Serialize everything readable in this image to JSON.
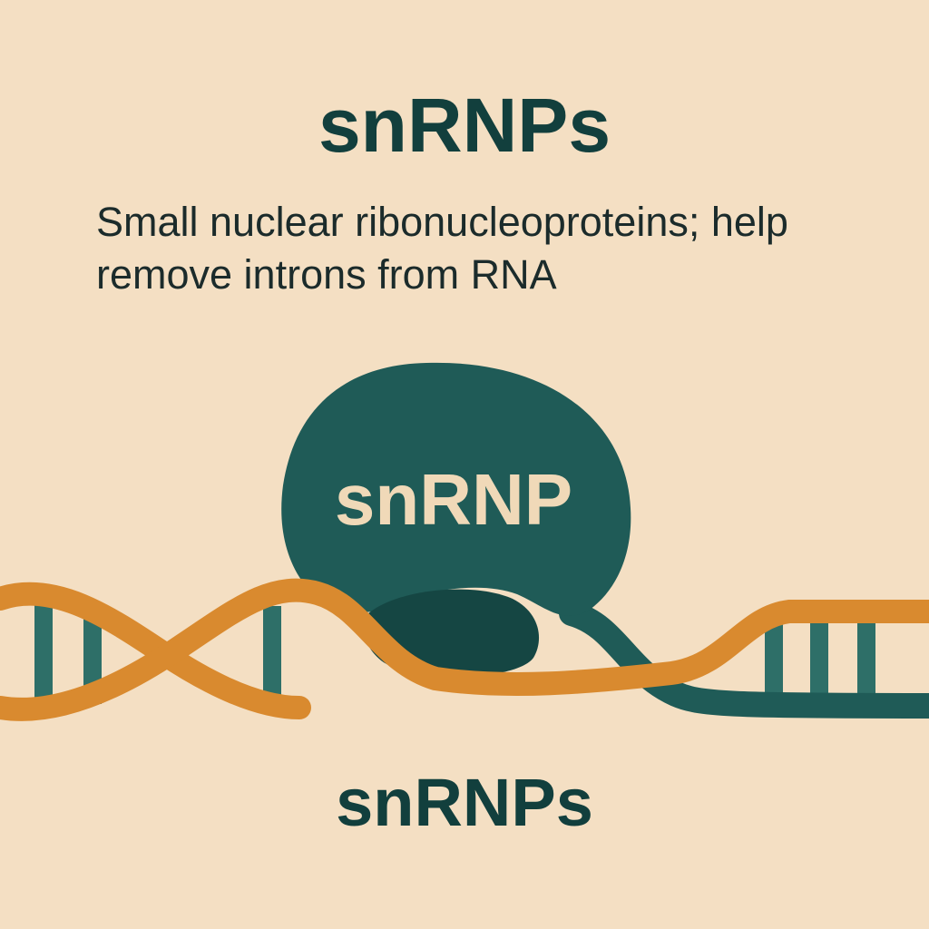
{
  "header": {
    "title": "snRNPs",
    "subtitle": "Small nuclear ribonucleoproteins; help remove introns from RNA"
  },
  "diagram": {
    "complex_label": "snRNP",
    "colors": {
      "background": "#F4DFC3",
      "rna_strand": "#D98A2F",
      "protein_teal": "#1F5B57",
      "protein_dark": "#154643",
      "base_pair_rungs": "#2E6F68",
      "label_on_protein": "#F0D9B8"
    }
  },
  "footer": {
    "label": "snRNPs"
  }
}
